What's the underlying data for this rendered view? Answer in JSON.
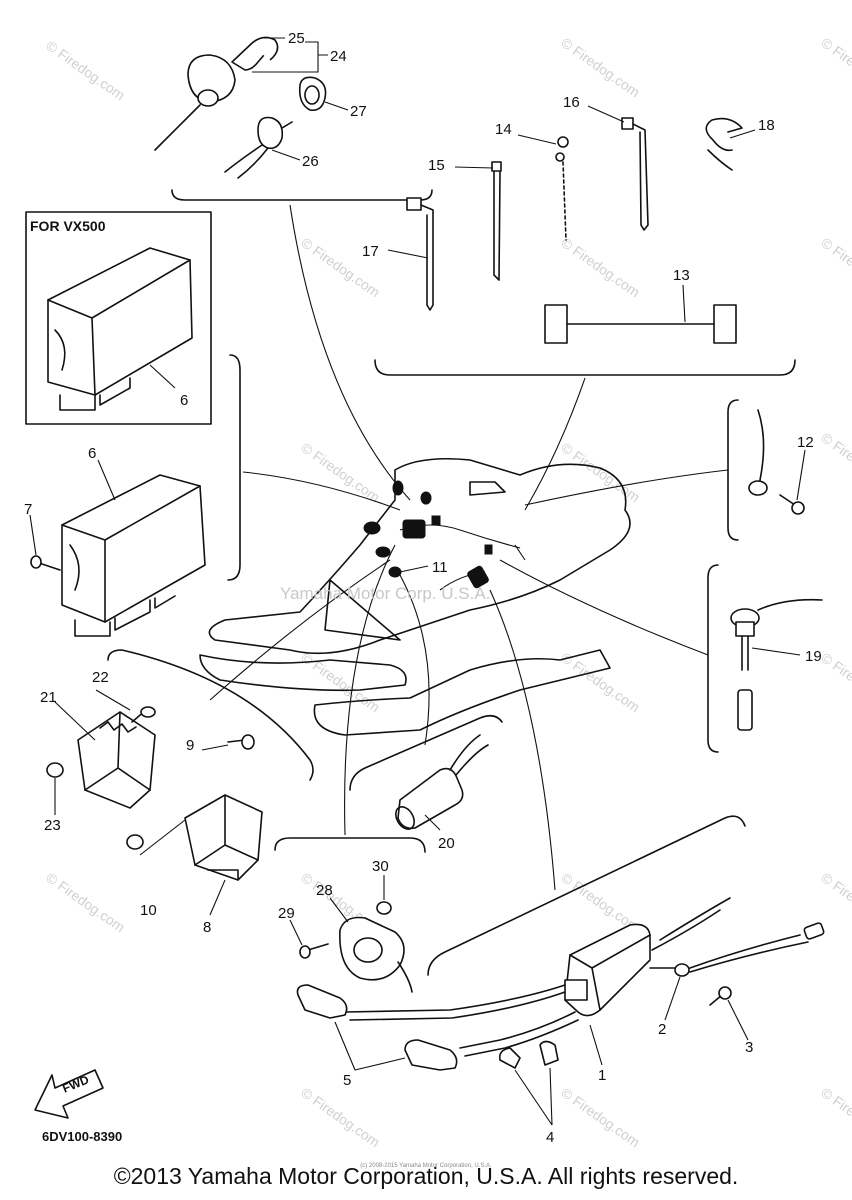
{
  "diagram": {
    "vx500_box_label": "FOR VX500",
    "diagram_code": "6DV100-8390",
    "fwd_label": "FWD",
    "center_watermark": "Yamaha Motor Corp. U.S.A.",
    "firedog_watermark": "© Firedog.com",
    "small_copyright": "(c) 2008-2015 Yamaha Motor Corporation, U.S.A.",
    "copyright": "©2013 Yamaha Motor Corporation, U.S.A. All rights reserved.",
    "callouts": [
      {
        "id": "c1",
        "text": "1"
      },
      {
        "id": "c2",
        "text": "2"
      },
      {
        "id": "c3",
        "text": "3"
      },
      {
        "id": "c4",
        "text": "4"
      },
      {
        "id": "c5",
        "text": "5"
      },
      {
        "id": "c6a",
        "text": "6"
      },
      {
        "id": "c6b",
        "text": "6"
      },
      {
        "id": "c7",
        "text": "7"
      },
      {
        "id": "c8",
        "text": "8"
      },
      {
        "id": "c9",
        "text": "9"
      },
      {
        "id": "c10",
        "text": "10"
      },
      {
        "id": "c11",
        "text": "11"
      },
      {
        "id": "c12",
        "text": "12"
      },
      {
        "id": "c13",
        "text": "13"
      },
      {
        "id": "c14",
        "text": "14"
      },
      {
        "id": "c15",
        "text": "15"
      },
      {
        "id": "c16",
        "text": "16"
      },
      {
        "id": "c17",
        "text": "17"
      },
      {
        "id": "c18",
        "text": "18"
      },
      {
        "id": "c19",
        "text": "19"
      },
      {
        "id": "c20",
        "text": "20"
      },
      {
        "id": "c21",
        "text": "21"
      },
      {
        "id": "c22",
        "text": "22"
      },
      {
        "id": "c23",
        "text": "23"
      },
      {
        "id": "c24",
        "text": "24"
      },
      {
        "id": "c25",
        "text": "25"
      },
      {
        "id": "c26",
        "text": "26"
      },
      {
        "id": "c27",
        "text": "27"
      },
      {
        "id": "c28",
        "text": "28"
      },
      {
        "id": "c29",
        "text": "29"
      },
      {
        "id": "c30",
        "text": "30"
      }
    ]
  }
}
